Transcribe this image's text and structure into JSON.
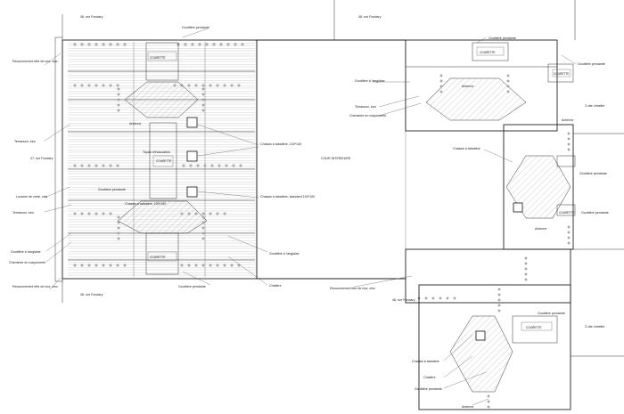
{
  "streets": {
    "top_left": "46, rue Fondary",
    "top_right": "48, rue Fondary",
    "left_middle": "47, rue Fondary",
    "bottom_left": "46, rue Fondary",
    "bottom_right": "46, rue Fondary"
  },
  "center_label": "COUR INTERIEURE",
  "courettes": [
    "COURETTE",
    "COURETTE",
    "COURETTE",
    "COURETTE",
    "COURETTE",
    "COURETTE",
    "COURETTE"
  ],
  "left_labels": [
    "Recouvrement tête de mur, zinc",
    "Terrasson, zinc",
    "Lucarne de crete, zinc",
    "Terrasson, zinc",
    "Gouttière à l'anglaise",
    "Cheminée en maçonnerie",
    "Recouvrement tête de mur, zinc"
  ],
  "mid_labels": {
    "gp_top": "Gouttière pendante",
    "antenne": "Antenne",
    "tuyau": "Tuyau d'évacuation",
    "gp_mid": "Gouttière pendante",
    "chassis_lg": "Chassis à tabatière, 100*140",
    "chassis_a": "Chassis à tabatière, 100*140",
    "chassis_std": "Chassis à tabatière, standard 100*100",
    "ga_mid": "Gouttière à l'anglaise",
    "gp_bottom": "Gouttière pendante",
    "chatiere": "Chatière"
  },
  "right_labels": {
    "gp_top": "Gouttière pendante",
    "gp_far": "Gouttière pendante",
    "ga": "Gouttière à l'anglaise",
    "antenne": "Antenne",
    "terrasson": "Terrasson, zinc",
    "cheminee": "Cheminée en maçonnerie",
    "chassis": "Chassis à tabatière",
    "cite_1": "3 cite Lebeller",
    "antenne_2": "Antenne",
    "gp_side": "Gouttière pendante",
    "gp_side2": "Gouttière pendante",
    "antenne_3": "Antenne",
    "recouvrement": "Recouvrement tête de mur, zinc",
    "gp_low": "Gouttière pendante",
    "cite_2": "3 cite Lebeller",
    "chassis_low": "Chassis à tabatière",
    "chatiere": "Chatière",
    "gp_bottom": "Gouttière pendante",
    "antenne_4": "Antenne"
  }
}
